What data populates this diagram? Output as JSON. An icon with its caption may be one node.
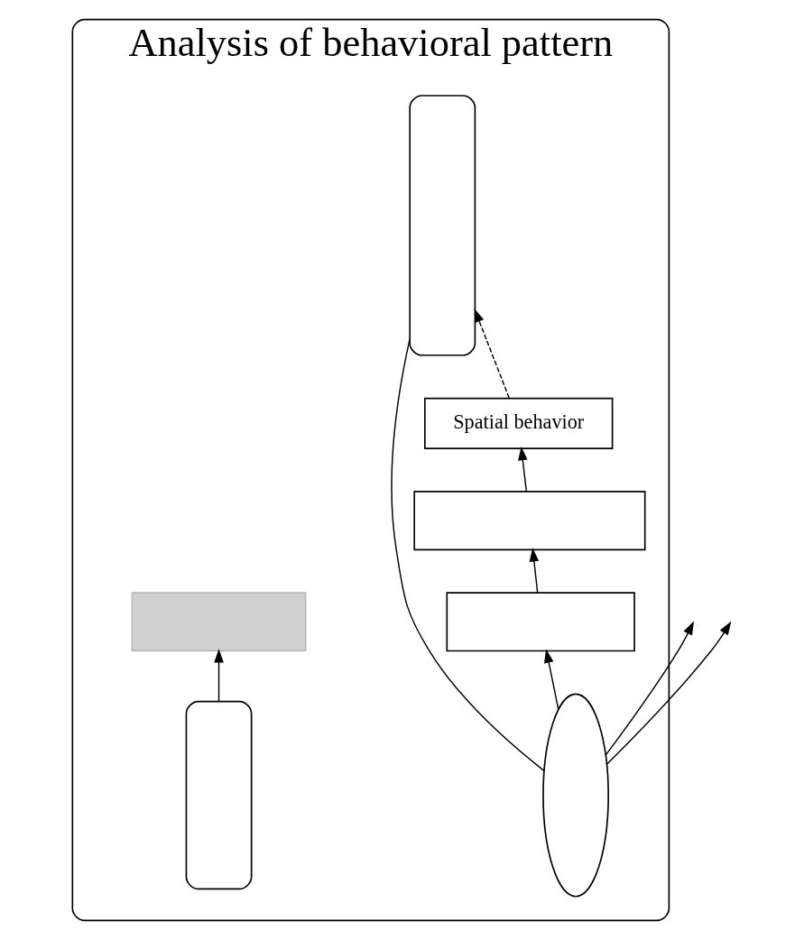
{
  "diagram": {
    "nodes": [
      {
        "text": [
          "Analysis of behavioral pattern"
        ]
      },
      {
        "text": [
          "Spatial behavior"
        ],
        "in": 0
      },
      {
        "text": [],
        "shape": "box",
        "in": 0
      },
      {
        "text": [],
        "shape": "box",
        "in": 0
      },
      {
        "text": [],
        "shape": "box",
        "in": 0
      },
      {
        "text": [],
        "shape": "box",
        "in": 0
      },
      {
        "text": [],
        "shape": "ellipse",
        "in": 0
      },
      {
        "text": [],
        "shape": "box",
        "in": 0
      }
    ],
    "edges": [
      {
        "from": 3,
        "to": 1,
        "arrow": "to"
      },
      {
        "from": 5,
        "to": 2,
        "arrow": "to"
      },
      {
        "from": 1,
        "to": 7,
        "arrow": "to",
        "style": "dashed"
      },
      {
        "from": 4,
        "to": 3,
        "arrow": "to"
      },
      {
        "from": 6,
        "to": null,
        "arrow": "to"
      },
      {
        "from": 6,
        "to": null,
        "arrow": "to"
      },
      {
        "from": 6,
        "to": 4,
        "arrow": "to"
      },
      {
        "from": 6,
        "to": 7,
        "arrow": "none"
      }
    ]
  }
}
